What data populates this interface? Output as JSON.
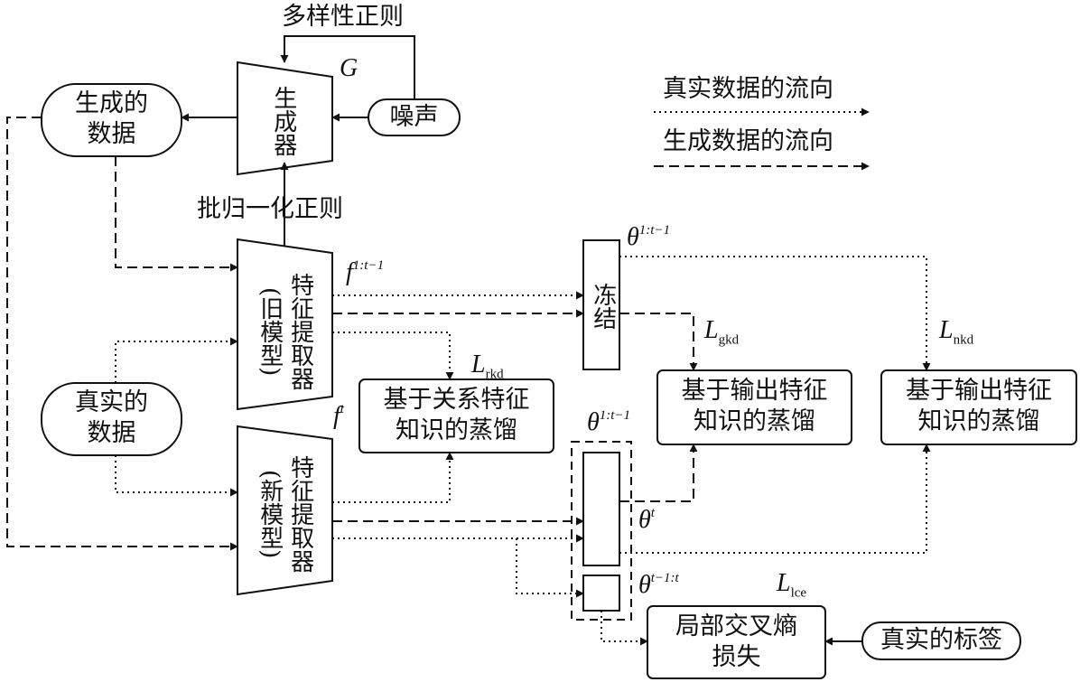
{
  "colors": {
    "stroke": "#111111",
    "background": "#ffffff"
  },
  "nodes": {
    "generator": "生成器",
    "generated_data": [
      "生成的",
      "数据"
    ],
    "noise": "噪声",
    "old_extractor": [
      "特征提取器",
      "(旧模型)"
    ],
    "new_extractor": [
      "特征提取器",
      "(新模型)"
    ],
    "real_data": [
      "真实的",
      "数据"
    ],
    "freeze": "冻结",
    "relation_distill": [
      "基于关系特征",
      "知识的蒸馏"
    ],
    "output_distill_g": [
      "基于输出特征",
      "知识的蒸馏"
    ],
    "output_distill_n": [
      "基于输出特征",
      "知识的蒸馏"
    ],
    "local_ce": [
      "局部交叉熵",
      "损失"
    ],
    "real_labels": "真实的标签"
  },
  "labels": {
    "diversity_reg": "多样性正则",
    "bn_reg": "批归一化正则",
    "G": "G",
    "f_old": {
      "base": "f",
      "sup": "1:t−1"
    },
    "f_new": {
      "base": "f",
      "sup": "t"
    },
    "theta_old_top": {
      "base": "θ",
      "sup": "1:t−1"
    },
    "theta_old_box": {
      "base": "θ",
      "sup": "1:t−1"
    },
    "theta_t": {
      "base": "θ",
      "sup": "t"
    },
    "theta_tm1": {
      "base": "θ",
      "sup": "t−1:t"
    },
    "L_rkd": {
      "base": "L",
      "sub": "rkd"
    },
    "L_gkd": {
      "base": "L",
      "sub": "gkd"
    },
    "L_nkd": {
      "base": "L",
      "sub": "nkd"
    },
    "L_lce": {
      "base": "L",
      "sub": "lce"
    }
  },
  "legend": {
    "real_flow": "真实数据的流向",
    "generated_flow": "生成数据的流向"
  }
}
